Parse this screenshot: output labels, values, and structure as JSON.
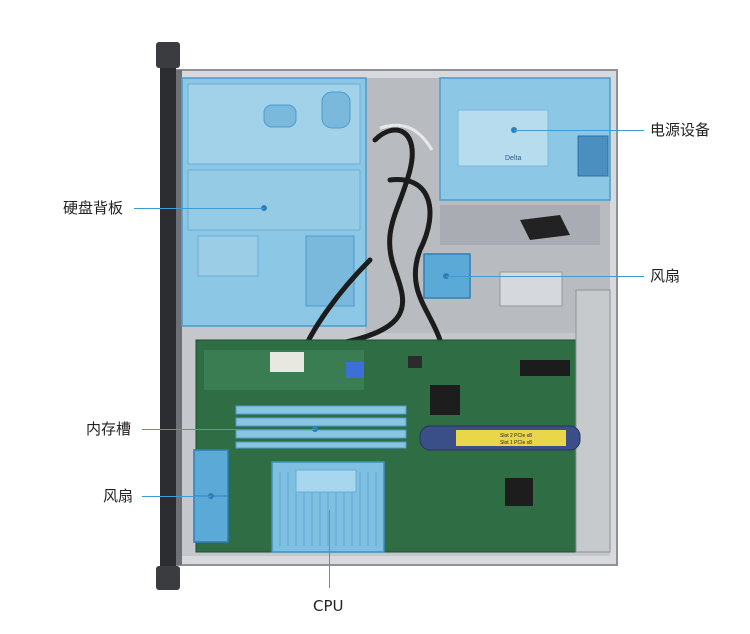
{
  "callouts": {
    "power_supply": "电源设备",
    "drive_backplane": "硬盘背板",
    "fan_top": "风扇",
    "memory_slot": "内存槽",
    "fan_left": "风扇",
    "cpu": "CPU"
  },
  "psu_label_text": "Delta",
  "riser_label_top": "Slot 2 PCIe x8",
  "riser_label_bottom": "Slot 1 PCIe x8",
  "colors": {
    "highlight": "#8cc8e6",
    "highlight_edge": "#4b9ccb",
    "leader": "#3f9bd6",
    "pcb": "#2f6e45",
    "chassis": "#c9ccd0"
  }
}
